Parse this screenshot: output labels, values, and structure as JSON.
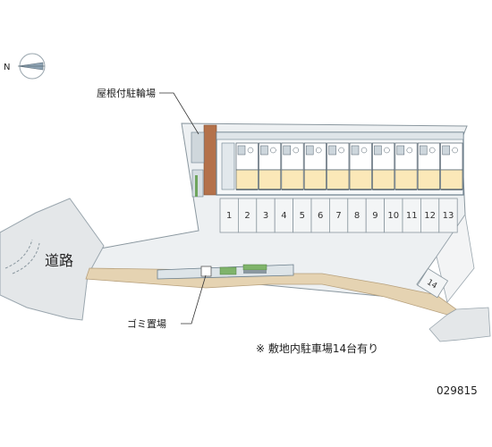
{
  "labels": {
    "bicycle_parking": "屋根付駐輪場",
    "road": "道路",
    "garbage": "ゴミ置場",
    "note": "※ 敷地内駐車場14台有り",
    "code": "029815",
    "compass_n": "N"
  },
  "parking_spaces": [
    "1",
    "2",
    "3",
    "4",
    "5",
    "6",
    "7",
    "8",
    "9",
    "10",
    "11",
    "12",
    "13",
    "14"
  ],
  "colors": {
    "site": "#edf0f2",
    "building_outline": "#6c7f8c",
    "unit_fill": "#fbe8b8",
    "brick": "#b4714a",
    "path": "#e5d3b2",
    "road": "#e4e7e9",
    "parking_line": "#8a979f"
  }
}
